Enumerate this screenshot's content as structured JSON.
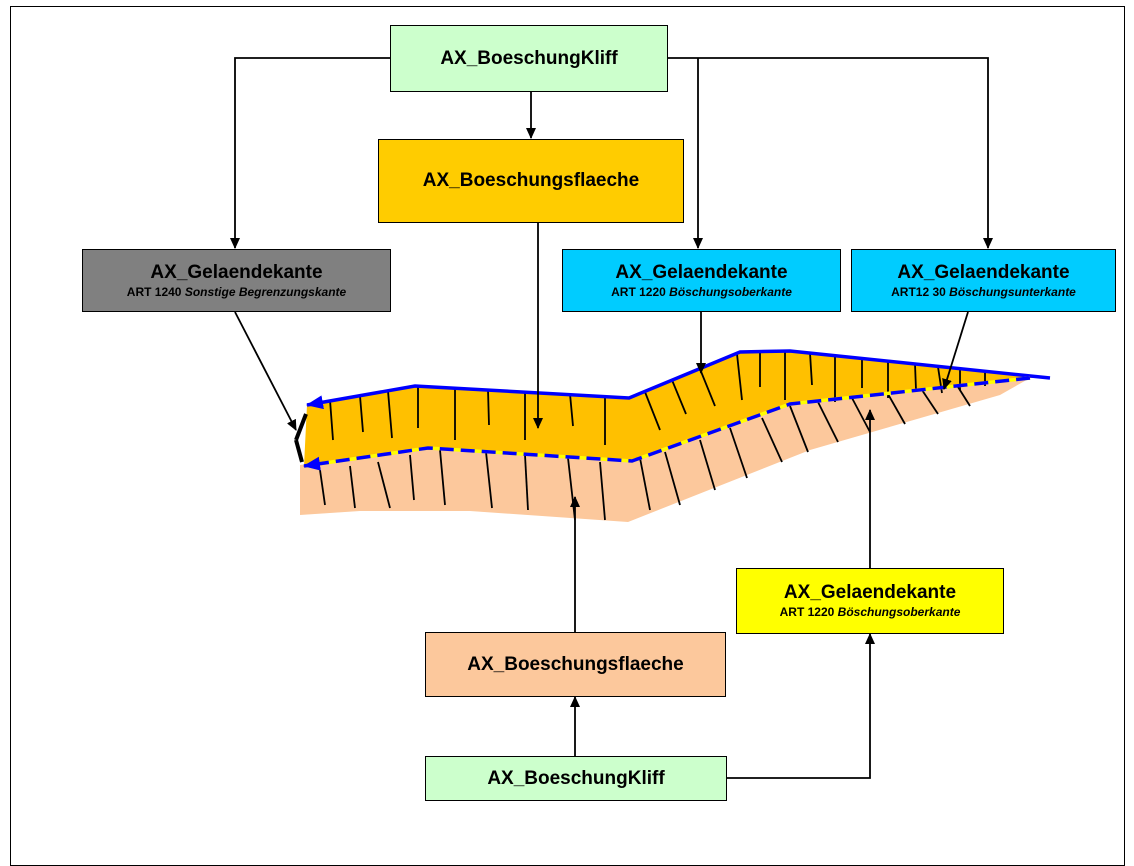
{
  "nodes": {
    "top_cliff": {
      "title": "AX_BoeschungKliff"
    },
    "top_flaeche": {
      "title": "AX_Boeschungsflaeche"
    },
    "kante_grey": {
      "title": "AX_Gelaendekante",
      "art": "ART 1240",
      "art_name": "Sonstige Begrenzungskante"
    },
    "kante_cyan_1": {
      "title": "AX_Gelaendekante",
      "art": "ART 1220",
      "art_name": "Böschungsoberkante"
    },
    "kante_cyan_2": {
      "title": "AX_Gelaendekante",
      "art": "ART12 30",
      "art_name": "Böschungsunterkante"
    },
    "kante_yellow": {
      "title": "AX_Gelaendekante",
      "art": "ART 1220",
      "art_name": "Böschungsoberkante"
    },
    "bottom_flaeche": {
      "title": "AX_Boeschungsflaeche"
    },
    "bottom_cliff": {
      "title": "AX_BoeschungKliff"
    }
  },
  "colors": {
    "green": "#ccffcc",
    "orange": "#ffcc00",
    "cyan": "#00ccff",
    "grey": "#808080",
    "yellow": "#ffff00",
    "peach": "#fcc89c",
    "edge_line": "#0000ff"
  }
}
